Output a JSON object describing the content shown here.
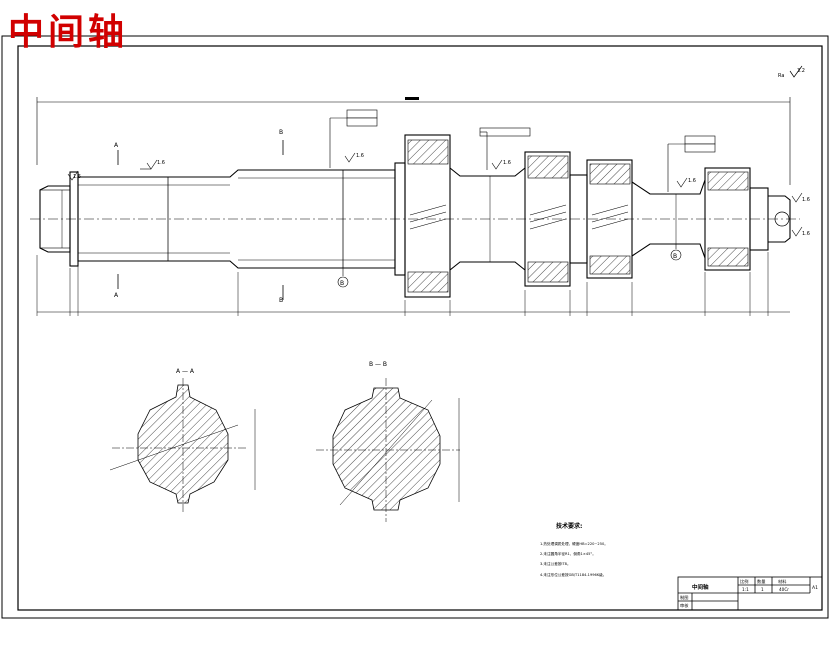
{
  "overlay_title": "中间轴",
  "roughness": {
    "general": "3.2",
    "values": [
      "1.6",
      "1.6",
      "1.6",
      "1.6",
      "1.6",
      "1.6",
      "1.6",
      "1.6"
    ]
  },
  "section_labels": {
    "a_top": "A",
    "a_bottom": "A",
    "b_top": "B",
    "b_bottom": "B",
    "view_a": "A — A",
    "view_b": "B — B"
  },
  "datums": [
    "B",
    "B"
  ],
  "tech_requirements": {
    "heading": "技术要求:",
    "items": [
      "1.热处理调质处理，硬度HB=220~250。",
      "2.未注圆角半径R1，倒角1×45°。",
      "3.未注公差按IT8。",
      "4.未注形位公差按GB/T1184-1996K级。"
    ]
  },
  "title_block": {
    "part_name": "中间轴",
    "col_scale": "比例",
    "col_qty": "数量",
    "col_material": "材料",
    "scale": "1:1",
    "qty": "1",
    "material": "40Cr",
    "sheet": "A1",
    "drawn_label": "制图",
    "checked_label": "审核"
  }
}
